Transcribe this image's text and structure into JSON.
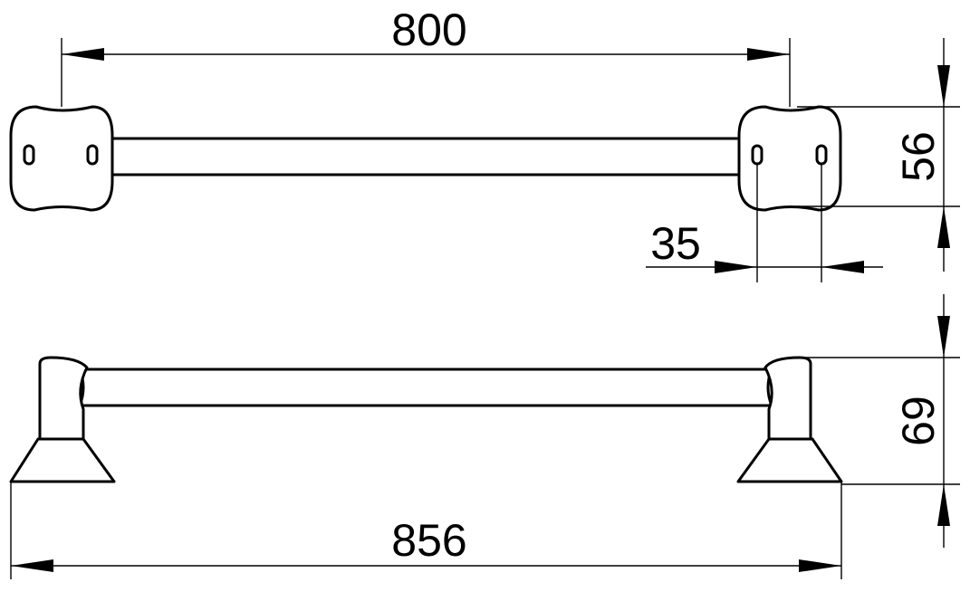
{
  "dimensions": {
    "mount_spacing": "800",
    "plate_height": "56",
    "hole_spacing": "35",
    "side_height": "69",
    "overall_length": "856"
  },
  "colors": {
    "line": "#000000",
    "background": "#ffffff"
  }
}
